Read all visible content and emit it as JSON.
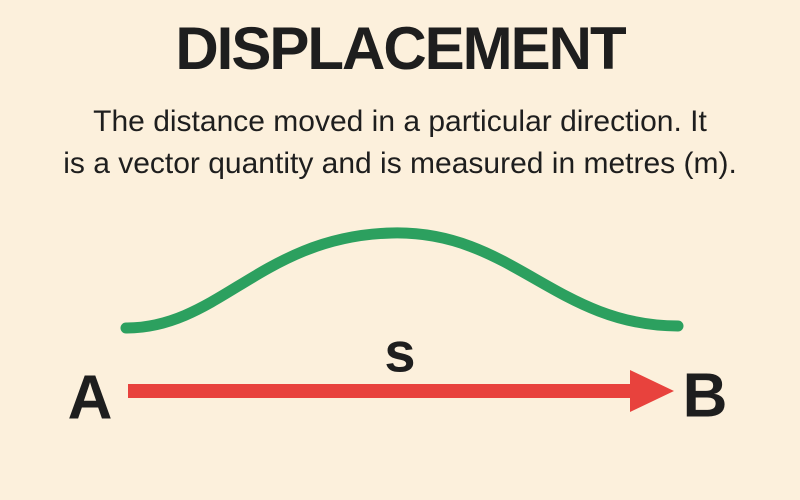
{
  "title": "DISPLACEMENT",
  "definition": {
    "line1": "The distance moved in a particular direction. It",
    "line2": "is a vector quantity and is measured in metres (m)."
  },
  "diagram": {
    "start_label": "A",
    "end_label": "B",
    "displacement_label": "s"
  },
  "colors": {
    "background": "#FCF0DC",
    "text": "#1E1E1E",
    "path_green": "#2CA05F",
    "arrow_red": "#E8423D"
  }
}
